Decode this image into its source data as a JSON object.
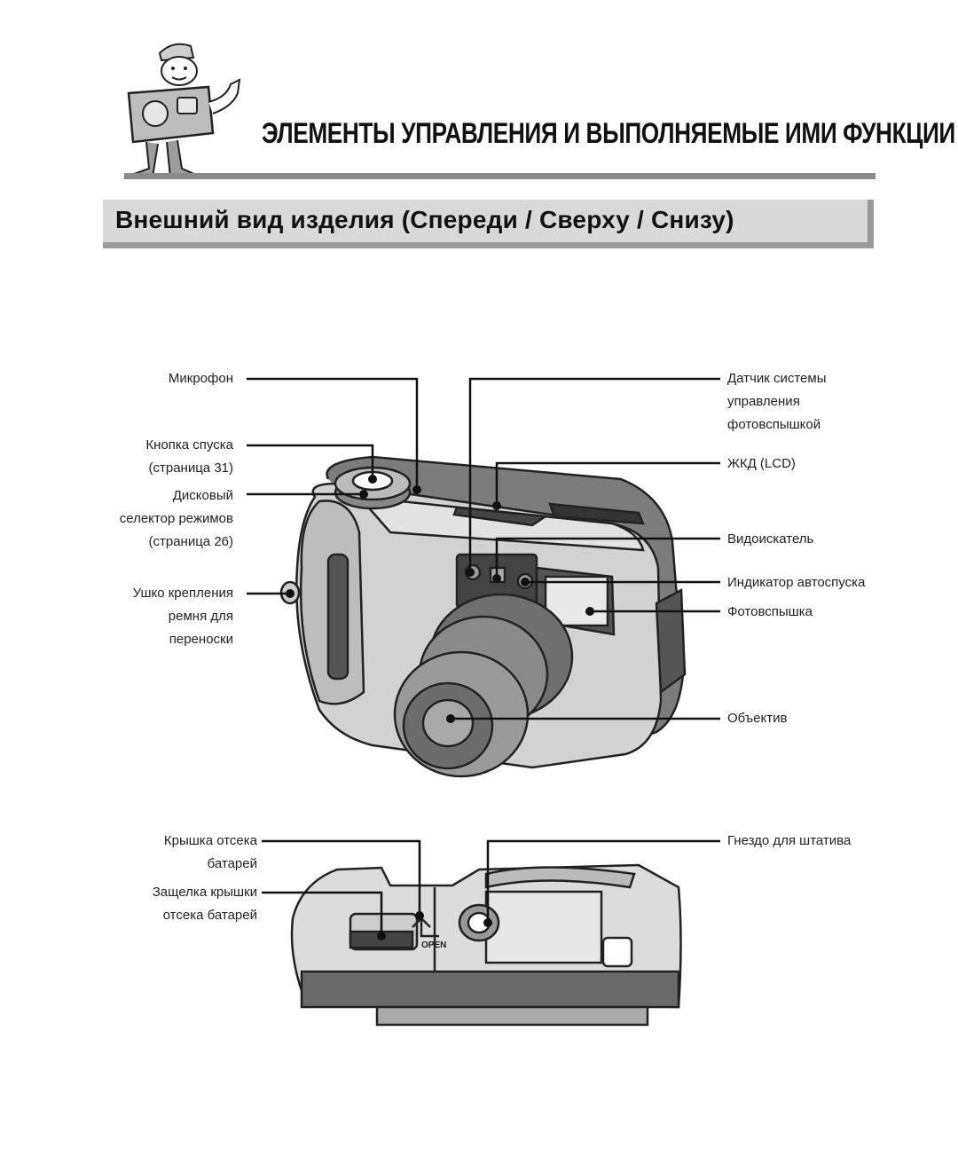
{
  "header": {
    "title": "ЭЛЕМЕНТЫ УПРАВЛЕНИЯ И ВЫПОЛНЯЕМЫЕ ИМИ ФУНКЦИИ"
  },
  "section": {
    "title": "Внешний вид изделия (Спереди / Сверху / Снизу)"
  },
  "front_top_labels_left": {
    "microphone": "Микрофон",
    "shutter": [
      "Кнопка спуска",
      "(страница 31)"
    ],
    "mode_dial": [
      "Дисковый",
      "селектор режимов",
      "(страница 26)"
    ],
    "strap_eyelet": [
      "Ушко крепления",
      "ремня для",
      "переноски"
    ]
  },
  "front_top_labels_right": {
    "flash_sensor": [
      "Датчик системы",
      "управления",
      "фотовспышкой"
    ],
    "lcd": "ЖКД (LCD)",
    "viewfinder": "Видоискатель",
    "self_timer_lamp": "Индикатор автоспуска",
    "flash": "Фотовспышка",
    "lens": "Объектив"
  },
  "bottom_labels": {
    "battery_cover": [
      "Крышка отсека",
      "батарей"
    ],
    "battery_latch": [
      "Защелка крышки",
      "отсека батарей"
    ],
    "tripod_socket": "Гнездо для штатива",
    "open_marking": "OPEN"
  }
}
